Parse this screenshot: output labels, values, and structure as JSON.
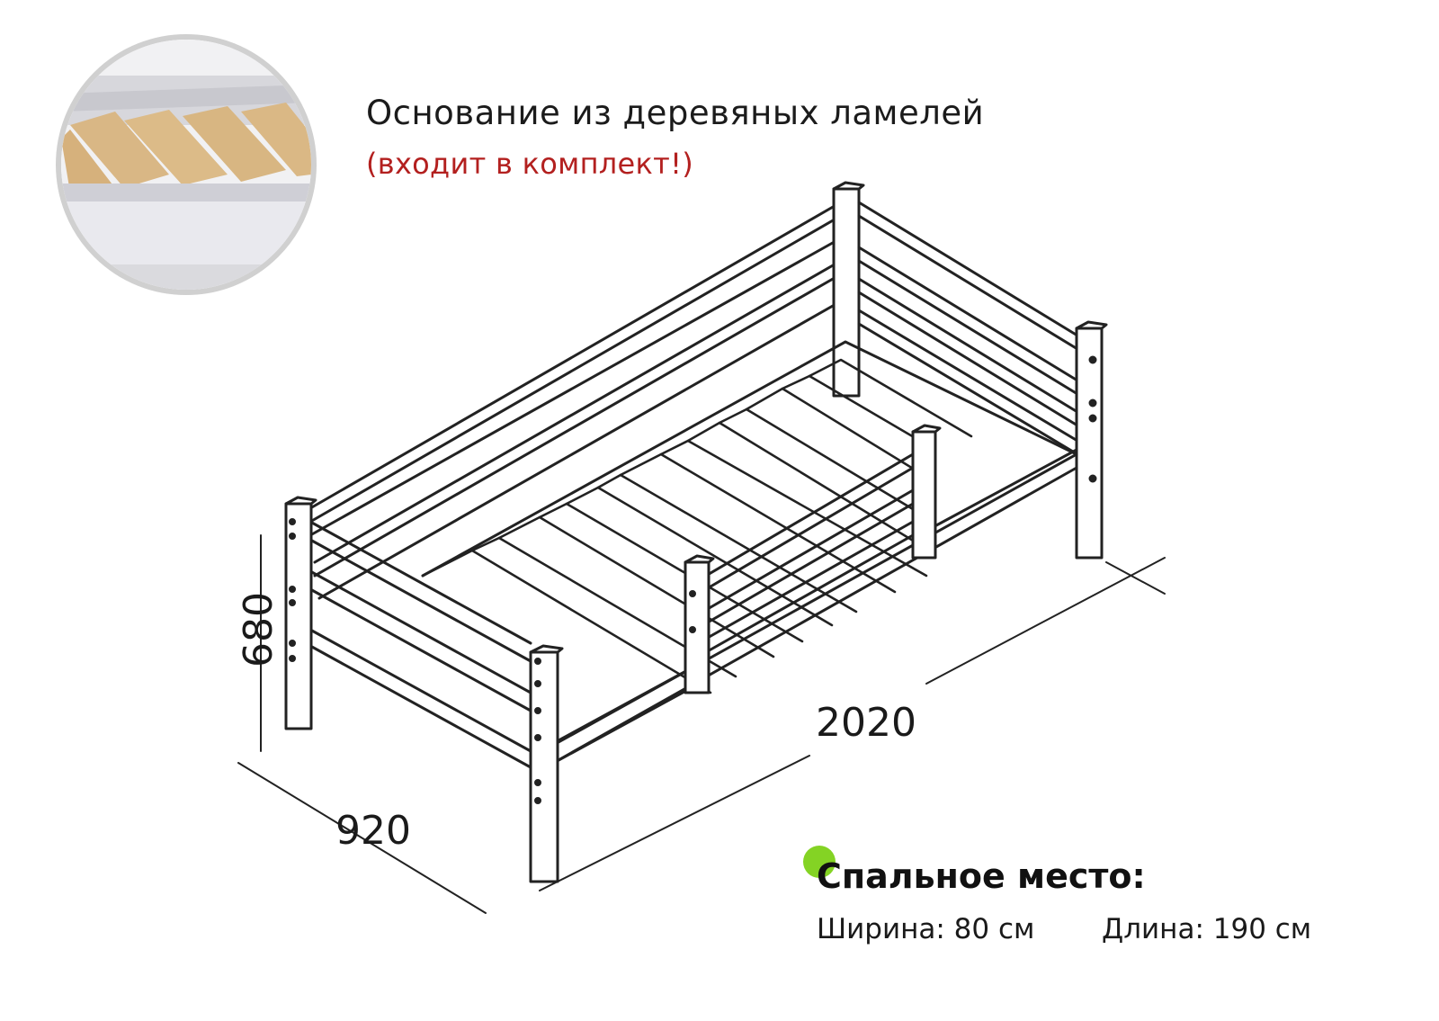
{
  "header": {
    "title": "Основание из деревяных ламелей",
    "subtitle": "(входит в комплект!)"
  },
  "thumbnail": {
    "icon": "wooden-slats-photo"
  },
  "dimensions": {
    "height": "680",
    "depth": "920",
    "length": "2020"
  },
  "sleeping_area": {
    "title": "Спальное место:",
    "width_text": "Ширина: 80 см",
    "length_text": "Длина: 190 см"
  },
  "colors": {
    "accent_red": "#b3201f",
    "bullet_green": "#84d324",
    "line": "#222222"
  }
}
